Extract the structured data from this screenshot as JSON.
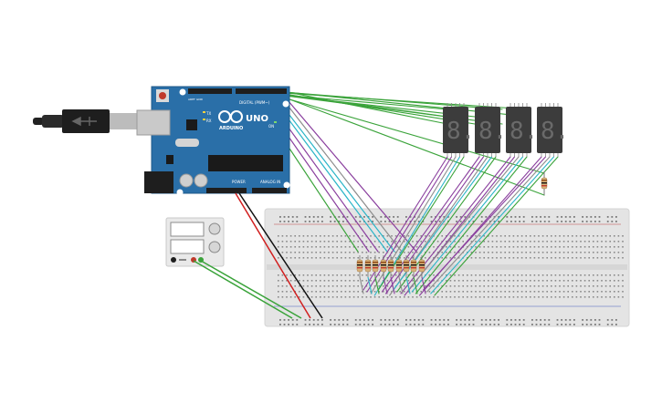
{
  "board": {
    "logo_text": "ARDUINO",
    "model_text": "UNO",
    "digital_label": "DIGITAL (PWM~)",
    "power_label": "POWER",
    "analog_label": "ANALOG IN",
    "aref_label": "AREF",
    "gnd_label": "GND",
    "tx_label": "TX",
    "rx_label": "RX",
    "on_label": "ON"
  },
  "displays": {
    "count": 4,
    "glyph": "8."
  },
  "breadboard": {
    "rows_label": ""
  },
  "power_supply": {
    "channels": 2
  },
  "colors": {
    "board": "#2a6fa8",
    "breadboard": "#e6e6e6",
    "wire_green": "#3aa33a",
    "wire_purple": "#8a3f9e",
    "wire_gray": "#8c8c8c",
    "wire_cyan": "#2bb5c8",
    "wire_red": "#d11f1f",
    "wire_black": "#111111",
    "display": "#3c3c3c"
  }
}
